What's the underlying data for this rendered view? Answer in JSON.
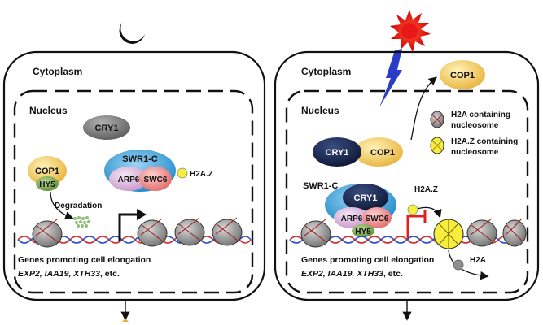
{
  "left_panel": {
    "cytoplasm": "Cytoplasm",
    "nucleus": "Nucleus",
    "cry1": "CRY1",
    "cop1": "COP1",
    "hy5": "HY5",
    "swr1c": "SWR1-C",
    "arp6": "ARP6",
    "swc6": "SWC6",
    "h2az": "H2A.Z",
    "degradation": "Degradation",
    "genes_line1": "Genes promoting cell elongation",
    "genes_list": "EXP2, IAA19, XTH33",
    "genes_etc": ", etc."
  },
  "right_panel": {
    "cytoplasm": "Cytoplasm",
    "nucleus": "Nucleus",
    "cop1_out": "COP1",
    "cry1": "CRY1",
    "cop1": "COP1",
    "legend_h2a_line1": "H2A containing",
    "legend_h2a_line2": "nucleosome",
    "legend_h2az_line1": "H2A.Z containing",
    "legend_h2az_line2": "nucleosome",
    "swr1c": "SWR1-C",
    "cry1_b": "CRY1",
    "arp6": "ARP6",
    "swc6": "SWC6",
    "hy5": "HY5",
    "h2az": "H2A.Z",
    "h2a": "H2A",
    "genes_line1": "Genes promoting cell elongation",
    "genes_list": "EXP2, IAA19, XTH33",
    "genes_etc": ", etc."
  },
  "colors": {
    "cop1": "#f2c45a",
    "hy5": "#7aa84a",
    "cry1_dark": "#14224a",
    "cry1_grey": "#707070",
    "swr1c_blue": "#2a9ad6",
    "arp6": "#d8b3d8",
    "swc6": "#ee8a8a",
    "h2az_yellow": "#f6ee3c",
    "sun_red": "#e81818",
    "bolt_blue": "#2a3cc8",
    "repress_red": "#e02020"
  }
}
